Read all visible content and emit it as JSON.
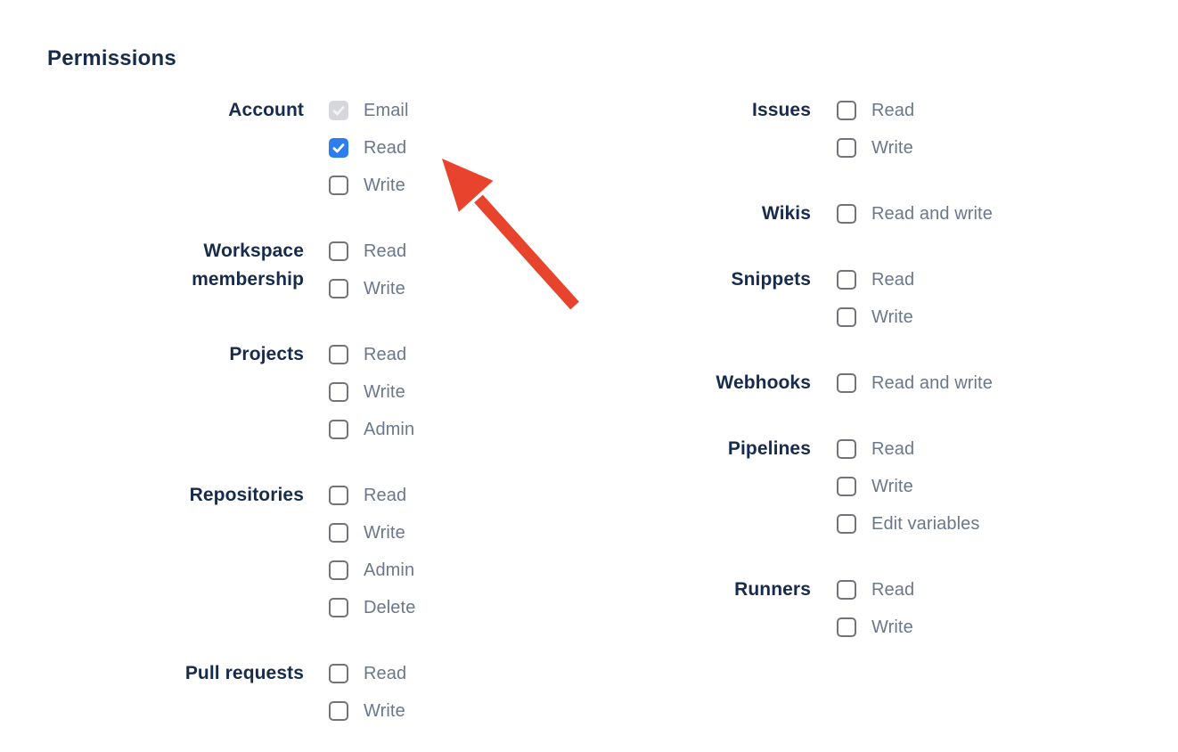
{
  "page": {
    "title": "Permissions"
  },
  "colors": {
    "heading": "#172B4D",
    "option_label": "#6B778C",
    "checkbox_border": "#71757A",
    "accent_blue": "#2D7DF0",
    "disabled_checkbox_bg": "#D5D7DB",
    "disabled_checkmark": "#F2F3F4",
    "arrow_red": "#E8432C"
  },
  "columns": [
    {
      "groups": [
        {
          "label": "Account",
          "items": [
            {
              "label": "Email",
              "state": "checked-disabled"
            },
            {
              "label": "Read",
              "state": "checked"
            },
            {
              "label": "Write",
              "state": "unchecked"
            }
          ]
        },
        {
          "label": "Workspace membership",
          "items": [
            {
              "label": "Read",
              "state": "unchecked"
            },
            {
              "label": "Write",
              "state": "unchecked"
            }
          ]
        },
        {
          "label": "Projects",
          "items": [
            {
              "label": "Read",
              "state": "unchecked"
            },
            {
              "label": "Write",
              "state": "unchecked"
            },
            {
              "label": "Admin",
              "state": "unchecked"
            }
          ]
        },
        {
          "label": "Repositories",
          "items": [
            {
              "label": "Read",
              "state": "unchecked"
            },
            {
              "label": "Write",
              "state": "unchecked"
            },
            {
              "label": "Admin",
              "state": "unchecked"
            },
            {
              "label": "Delete",
              "state": "unchecked"
            }
          ]
        },
        {
          "label": "Pull requests",
          "items": [
            {
              "label": "Read",
              "state": "unchecked"
            },
            {
              "label": "Write",
              "state": "unchecked"
            }
          ]
        }
      ]
    },
    {
      "groups": [
        {
          "label": "Issues",
          "items": [
            {
              "label": "Read",
              "state": "unchecked"
            },
            {
              "label": "Write",
              "state": "unchecked"
            }
          ]
        },
        {
          "label": "Wikis",
          "items": [
            {
              "label": "Read and write",
              "state": "unchecked"
            }
          ]
        },
        {
          "label": "Snippets",
          "items": [
            {
              "label": "Read",
              "state": "unchecked"
            },
            {
              "label": "Write",
              "state": "unchecked"
            }
          ]
        },
        {
          "label": "Webhooks",
          "items": [
            {
              "label": "Read and write",
              "state": "unchecked"
            }
          ]
        },
        {
          "label": "Pipelines",
          "items": [
            {
              "label": "Read",
              "state": "unchecked"
            },
            {
              "label": "Write",
              "state": "unchecked"
            },
            {
              "label": "Edit variables",
              "state": "unchecked"
            }
          ]
        },
        {
          "label": "Runners",
          "items": [
            {
              "label": "Read",
              "state": "unchecked"
            },
            {
              "label": "Write",
              "state": "unchecked"
            }
          ]
        }
      ]
    }
  ],
  "annotation": {
    "arrow": {
      "color": "#E8432C",
      "points_at": "checkbox-account-read"
    }
  }
}
